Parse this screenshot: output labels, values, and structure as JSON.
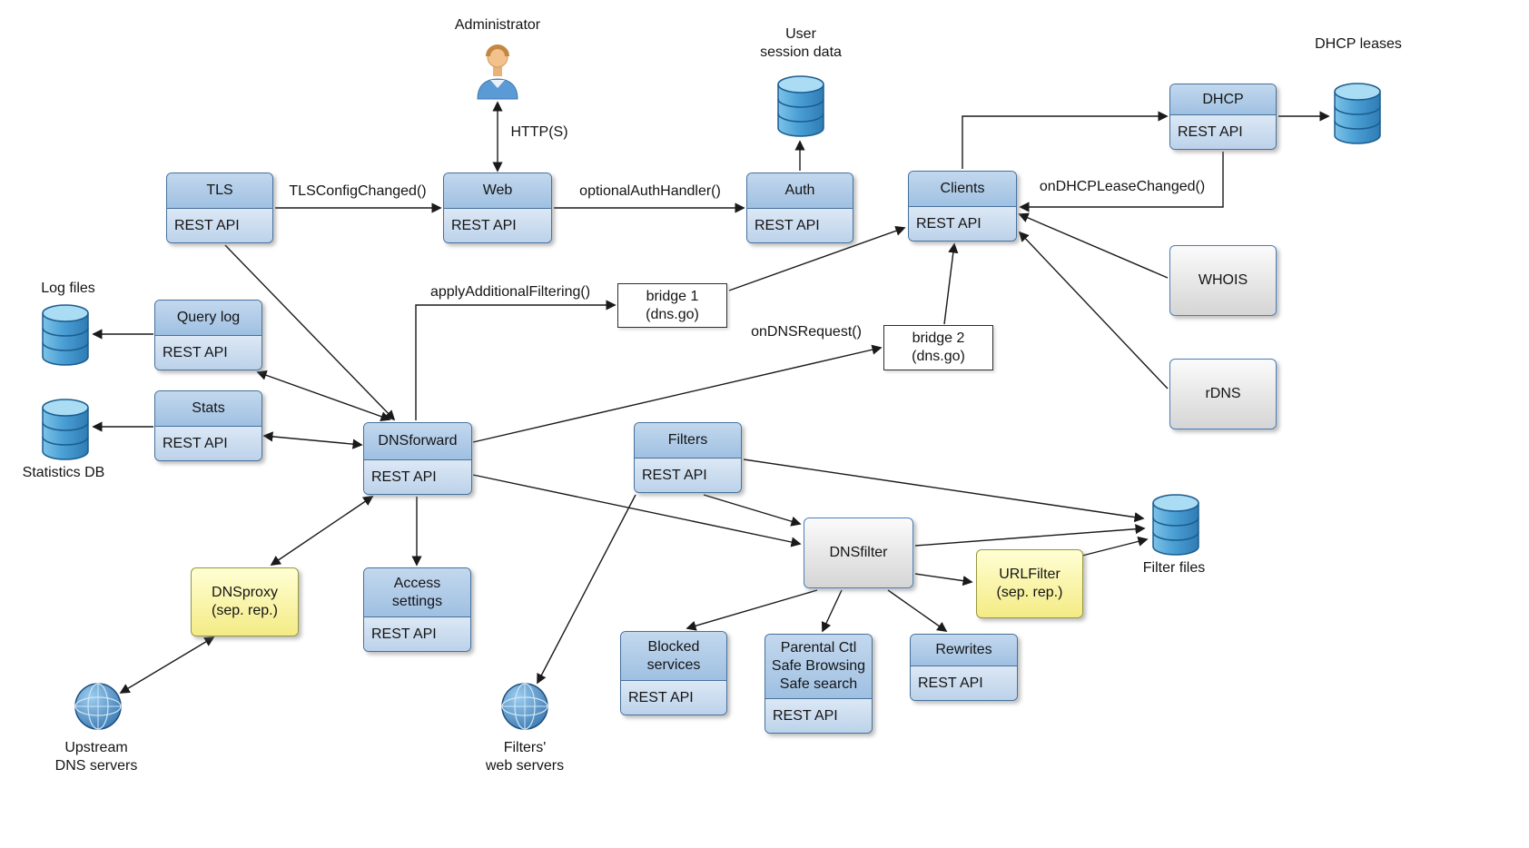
{
  "actors": {
    "administrator": {
      "label": "Administrator"
    }
  },
  "nodes": {
    "tls": {
      "title": "TLS",
      "rest": "REST API"
    },
    "web": {
      "title": "Web",
      "rest": "REST API"
    },
    "auth": {
      "title": "Auth",
      "rest": "REST API"
    },
    "clients": {
      "title": "Clients",
      "rest": "REST API"
    },
    "dhcp": {
      "title": "DHCP",
      "rest": "REST API"
    },
    "whois": {
      "title": "WHOIS"
    },
    "rdns": {
      "title": "rDNS"
    },
    "query_log": {
      "title": "Query log",
      "rest": "REST API"
    },
    "stats": {
      "title": "Stats",
      "rest": "REST API"
    },
    "dnsforward": {
      "title": "DNSforward",
      "rest": "REST API"
    },
    "filters": {
      "title": "Filters",
      "rest": "REST API"
    },
    "bridge1": {
      "line1": "bridge 1",
      "line2": "(dns.go)"
    },
    "bridge2": {
      "line1": "bridge 2",
      "line2": "(dns.go)"
    },
    "dnsfilter": {
      "title": "DNSfilter"
    },
    "urlfilter": {
      "line1": "URLFilter",
      "line2": "(sep. rep.)"
    },
    "dnsproxy": {
      "line1": "DNSproxy",
      "line2": "(sep. rep.)"
    },
    "access_settings": {
      "title": "Access settings",
      "rest": "REST API"
    },
    "blocked_services": {
      "title": "Blocked services",
      "rest": "REST API"
    },
    "parental": {
      "line1": "Parental Ctl",
      "line2": "Safe Browsing",
      "line3": "Safe search",
      "rest": "REST API"
    },
    "rewrites": {
      "title": "Rewrites",
      "rest": "REST API"
    }
  },
  "datastores": {
    "user_session": {
      "line1": "User",
      "line2": "session data"
    },
    "dhcp_leases": {
      "label": "DHCP leases"
    },
    "log_files": {
      "label": "Log files"
    },
    "statistics_db": {
      "label": "Statistics DB"
    },
    "filter_files": {
      "label": "Filter files"
    }
  },
  "external": {
    "upstream_dns": {
      "line1": "Upstream",
      "line2": "DNS servers"
    },
    "filters_web": {
      "line1": "Filters'",
      "line2": "web servers"
    }
  },
  "edge_labels": {
    "http": "HTTP(S)",
    "tls_config_changed": "TLSConfigChanged()",
    "optional_auth_handler": "optionalAuthHandler()",
    "on_dhcp_lease_changed": "onDHCPLeaseChanged()",
    "apply_additional_filtering": "applyAdditionalFiltering()",
    "on_dns_request": "onDNSRequest()"
  },
  "colors": {
    "module_border": "#46719c",
    "module_title_bg": "#a9c6e5",
    "module_body_bg": "#c9dbef",
    "plain_box_border": "#4a7ebb",
    "yellow_box_bg": "#f4eb85",
    "bridge_border": "#2d2d2d",
    "database_blue": "#4a9fd4",
    "arrow": "#1a1a1a"
  }
}
